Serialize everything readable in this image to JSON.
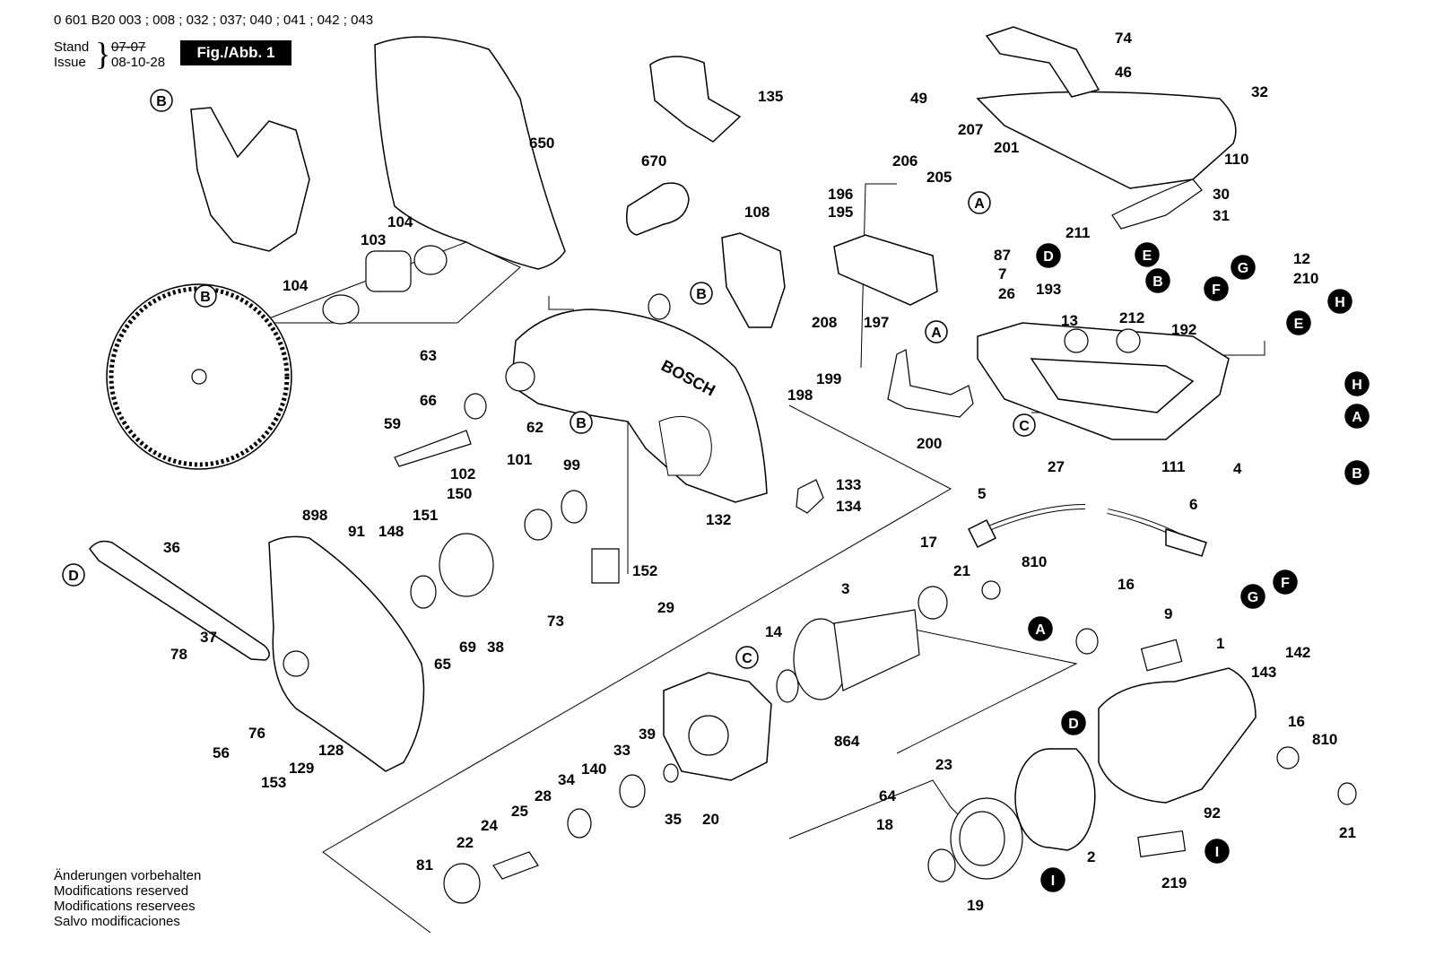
{
  "header": {
    "doc_number": "0 601 B20 003 ; 008 ; 032 ; 037; 040 ; 041 ; 042 ; 043",
    "stand_label": "Stand",
    "issue_label": "Issue",
    "old_date": "07-07",
    "new_date": "08-10-28",
    "figure_label": "Fig./Abb. 1"
  },
  "footer": {
    "notes": [
      "Änderungen vorbehalten",
      "Modifications reserved",
      "Modifications reservees",
      "Salvo modificaciones"
    ]
  },
  "brand_text": "BOSCH",
  "part_labels": [
    "74",
    "46",
    "49",
    "32",
    "135",
    "650",
    "207",
    "201",
    "110",
    "670",
    "206",
    "205",
    "30",
    "196",
    "195",
    "108",
    "211",
    "31",
    "104",
    "103",
    "87",
    "12",
    "210",
    "7",
    "26",
    "193",
    "104",
    "208",
    "197",
    "13",
    "212",
    "192",
    "63",
    "199",
    "66",
    "198",
    "62",
    "59",
    "200",
    "27",
    "111",
    "4",
    "99",
    "133",
    "101",
    "102",
    "134",
    "132",
    "150",
    "5",
    "6",
    "898",
    "91",
    "148",
    "151",
    "36",
    "152",
    "17",
    "21",
    "810",
    "3",
    "16",
    "73",
    "29",
    "37",
    "65",
    "69",
    "38",
    "9",
    "1",
    "14",
    "78",
    "142",
    "143",
    "76",
    "56",
    "128",
    "864",
    "16",
    "810",
    "129",
    "153",
    "23",
    "39",
    "33",
    "140",
    "34",
    "28",
    "25",
    "35",
    "20",
    "64",
    "92",
    "18",
    "22",
    "24",
    "81",
    "2",
    "21",
    "219",
    "19"
  ],
  "callouts": {
    "outline": [
      "B",
      "B",
      "A",
      "B",
      "A",
      "C",
      "B",
      "C",
      "D"
    ],
    "filled": [
      "D",
      "E",
      "B",
      "G",
      "F",
      "H",
      "E",
      "H",
      "A",
      "B",
      "F",
      "G",
      "A",
      "D",
      "I",
      "I"
    ]
  },
  "colors": {
    "ink": "#000000",
    "paper": "#ffffff",
    "shade": "#dddddd"
  }
}
